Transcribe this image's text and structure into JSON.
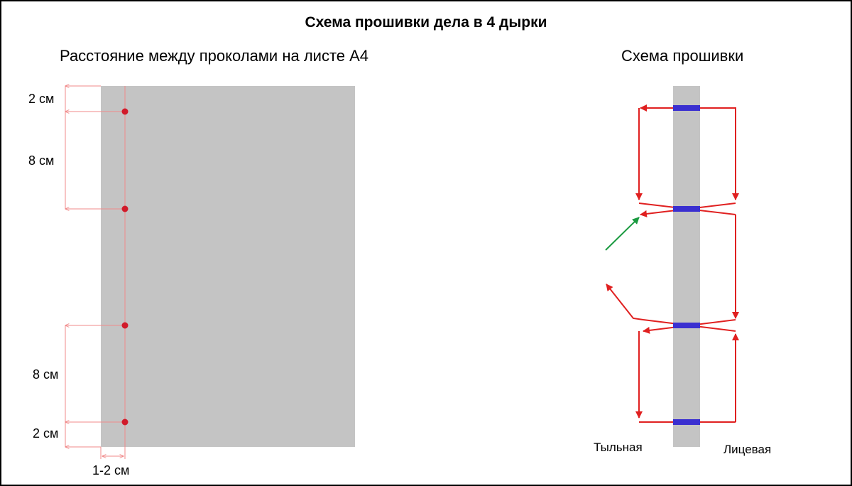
{
  "title": "Схема прошивки дела в 4 дырки",
  "left_panel": {
    "heading": "Расстояние между проколами на листе А4",
    "dimensions": {
      "top_margin": "2 см",
      "upper_spacing": "8 см",
      "lower_spacing": "8 см",
      "bottom_margin": "2 см",
      "edge_offset": "1-2 см"
    },
    "hole_count": 4
  },
  "right_panel": {
    "heading": "Схема прошивки",
    "back_side_label": "Тыльная",
    "front_side_label": "Лицевая"
  },
  "colors": {
    "sheet": "#c4c4c4",
    "thread": "#e02020",
    "dimension_line": "#f08a8a",
    "hole": "#d11a2a",
    "stitch": "#3a2fd0",
    "start_arrow": "#1a9a40"
  }
}
